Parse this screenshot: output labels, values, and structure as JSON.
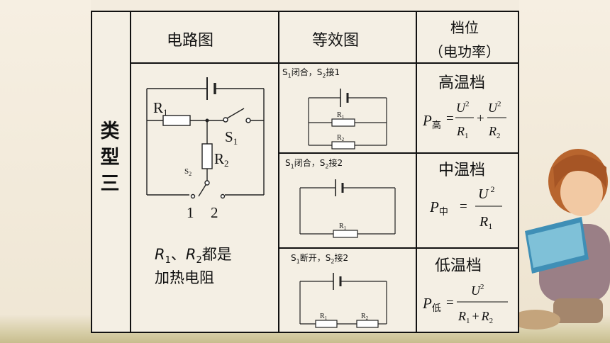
{
  "table": {
    "side_label_chars": [
      "类",
      "型",
      "三"
    ],
    "headers": {
      "circuit": "电路图",
      "equivalent": "等效图",
      "gear_line1": "档位",
      "gear_line2": "（电功率）"
    },
    "circuit": {
      "r1": "R",
      "r1_sub": "1",
      "r2": "R",
      "r2_sub": "2",
      "s1": "S",
      "s1_sub": "1",
      "s2": "S",
      "s2_sub": "2",
      "contact1": "1",
      "contact2": "2",
      "note_r1": "R",
      "note_r1_sub": "1",
      "note_sep": "、",
      "note_r2": "R",
      "note_r2_sub": "2",
      "note_line1_tail": "都是",
      "note_line2": "加热电阻"
    },
    "rows": [
      {
        "condition": "S",
        "cond_s1_sub": "1",
        "cond_mid": "闭合，S",
        "cond_s2_sub": "2",
        "cond_tail": "接1",
        "resistor_a": "R",
        "resistor_a_sub": "1",
        "resistor_b": "R",
        "resistor_b_sub": "2",
        "mode": "高温档",
        "formula": {
          "p": "P",
          "p_sub": "高",
          "eq": "=",
          "num1": "U",
          "num1_sup": "2",
          "den1": "R",
          "den1_sub": "1",
          "plus": "+",
          "num2": "U",
          "num2_sup": "2",
          "den2": "R",
          "den2_sub": "2"
        }
      },
      {
        "condition": "S",
        "cond_s1_sub": "1",
        "cond_mid": "闭合，S",
        "cond_s2_sub": "2",
        "cond_tail": "接2",
        "resistor_a": "R",
        "resistor_a_sub": "1",
        "mode": "中温档",
        "formula": {
          "p": "P",
          "p_sub": "中",
          "eq": "=",
          "num1": "U",
          "num1_sup": "2",
          "den1": "R",
          "den1_sub": "1"
        }
      },
      {
        "condition": "S",
        "cond_s1_sub": "1",
        "cond_mid": "断开，S",
        "cond_s2_sub": "2",
        "cond_tail": "接2",
        "resistor_a": "R",
        "resistor_a_sub": "1",
        "resistor_b": "R",
        "resistor_b_sub": "2",
        "mode": "低温档",
        "formula": {
          "p": "P",
          "p_sub": "低",
          "eq": "=",
          "num1": "U",
          "num1_sup": "2",
          "den1": "R",
          "den1_sub": "1",
          "plus": "+",
          "den2": "R",
          "den2_sub": "2"
        }
      }
    ]
  }
}
